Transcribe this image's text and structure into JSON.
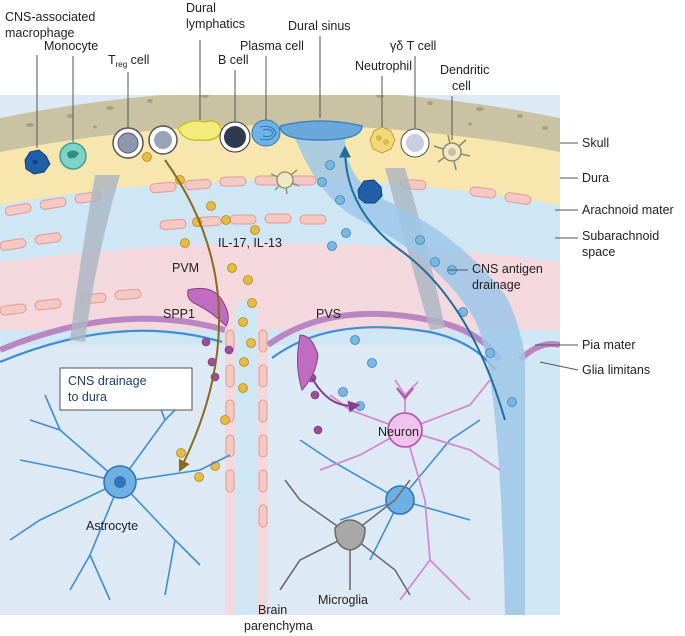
{
  "labels": {
    "cns_macrophage": [
      "CNS-associated",
      "macrophage"
    ],
    "monocyte": "Monocyte",
    "treg_main": "T",
    "treg_sub": "reg",
    "treg_suffix": " cell",
    "dural_lymphatics": [
      "Dural",
      "lymphatics"
    ],
    "b_cell": "B cell",
    "plasma_cell": "Plasma cell",
    "dural_sinus": "Dural sinus",
    "gd_tcell": "γδ T cell",
    "neutrophil": "Neutrophil",
    "dendritic": [
      "Dendritic",
      "cell"
    ],
    "il": "IL-17, IL-13",
    "pvm": "PVM",
    "spp1": "SPP1",
    "pvs": "PVS",
    "cns_antigen": [
      "CNS antigen",
      "drainage"
    ],
    "cns_drainage": [
      "CNS drainage",
      "to dura"
    ],
    "neuron": "Neuron",
    "astrocyte": "Astrocyte",
    "microglia": "Microglia",
    "brain": [
      "Brain",
      "parenchyma"
    ]
  },
  "layers": {
    "skull": "Skull",
    "dura": "Dura",
    "arachnoid": "Arachnoid mater",
    "subarachnoid": [
      "Subarachnoid",
      "space"
    ],
    "pia": "Pia mater",
    "glia": "Glia limitans"
  },
  "colors": {
    "skull": "#c9c2a3",
    "dura": "#f7e6ad",
    "csf": "#cfe6f5",
    "arachnoid_cell": "#f4c9c3",
    "pink_band": "#f3d8de",
    "pia": "#b986c2",
    "parenchyma": "#dde9f5",
    "vessel": "#7fb3df",
    "drainage_arrow": "#8a6a1e",
    "antigen_arrow": "#1f6e9c",
    "neuron": "#d58ad0",
    "astrocyte": "#3f8fd0",
    "microglia": "#8d8d8d",
    "cytokine": "#e6bb45",
    "antigen": "#7ab7e0",
    "spp1": "#9a4f9a"
  }
}
